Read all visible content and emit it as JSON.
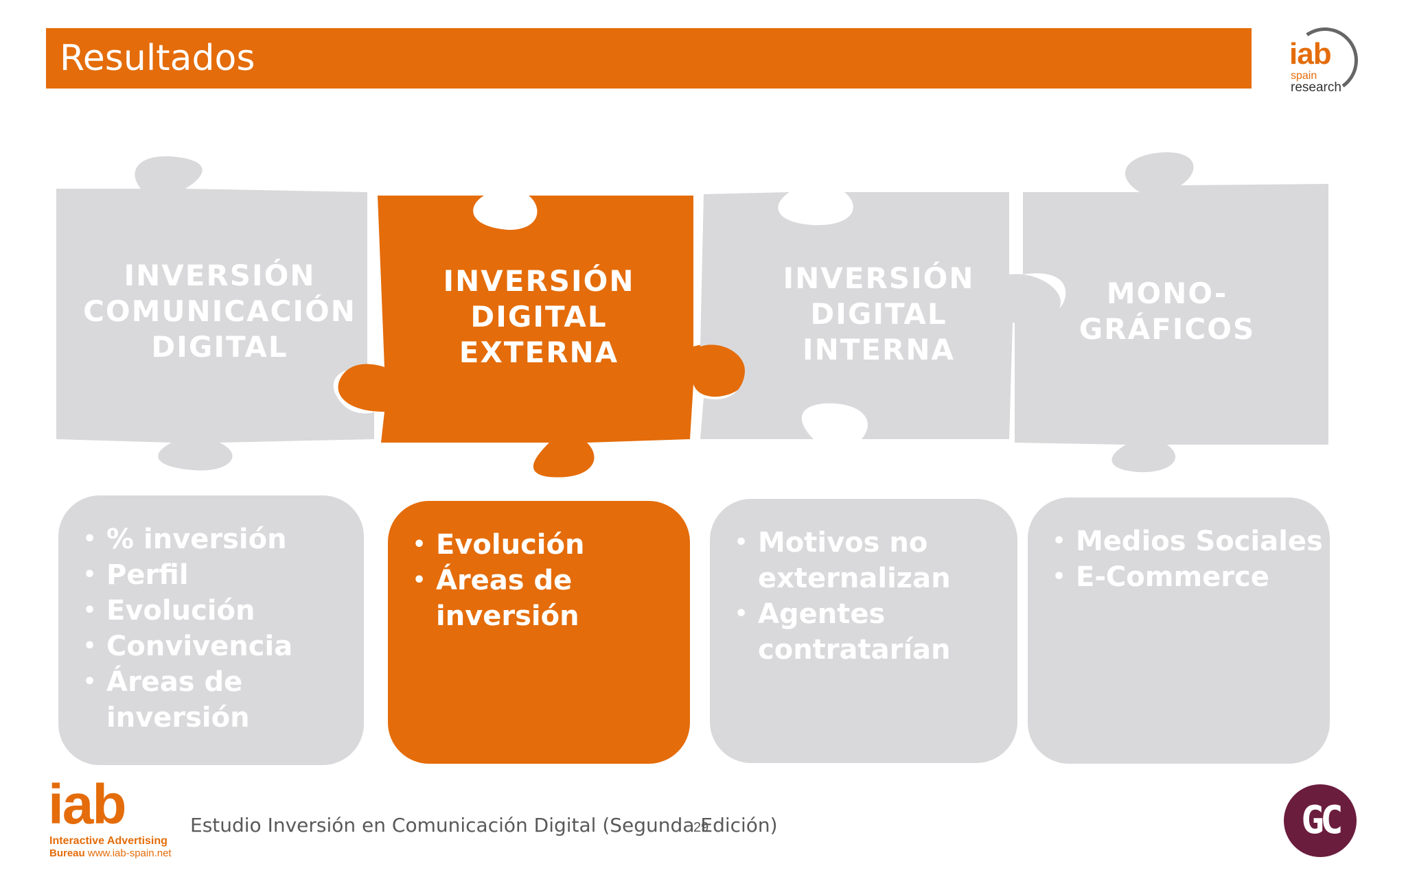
{
  "header": {
    "title": "Resultados"
  },
  "logo_corner": {
    "word": "iab",
    "line1": "spain",
    "line2": "research"
  },
  "puzzle": [
    {
      "title_lines": [
        "INVERSIÓN",
        "COMUNICACIÓN",
        "DIGITAL"
      ],
      "active": false
    },
    {
      "title_lines": [
        "INVERSIÓN",
        "DIGITAL",
        "EXTERNA"
      ],
      "active": true
    },
    {
      "title_lines": [
        "INVERSIÓN",
        "DIGITAL",
        "INTERNA"
      ],
      "active": false
    },
    {
      "title_lines": [
        "MONO-",
        "GRÁFICOS"
      ],
      "active": false
    }
  ],
  "cards": [
    {
      "items": [
        "% inversión",
        "Perfil",
        "Evolución",
        "Convivencia",
        "Áreas de inversión"
      ],
      "active": false
    },
    {
      "items": [
        "Evolución",
        "Áreas de inversión"
      ],
      "active": true
    },
    {
      "items": [
        "Motivos no externalizan",
        "Agentes contratarían"
      ],
      "active": false
    },
    {
      "items": [
        "Medios Sociales",
        "E-Commerce"
      ],
      "active": false
    }
  ],
  "footer": {
    "logo_word": "iab",
    "logo_line1": "Interactive Advertising",
    "logo_line2_bold": "Bureau",
    "logo_line2_url": "www.iab-spain.net",
    "text": "Estudio Inversión en Comunicación Digital (Segunda Edición)",
    "page": "29",
    "badge": "GC"
  },
  "colors": {
    "accent": "#e46c0a",
    "inactive": "#d9d9db",
    "badge": "#6b1d3e"
  }
}
